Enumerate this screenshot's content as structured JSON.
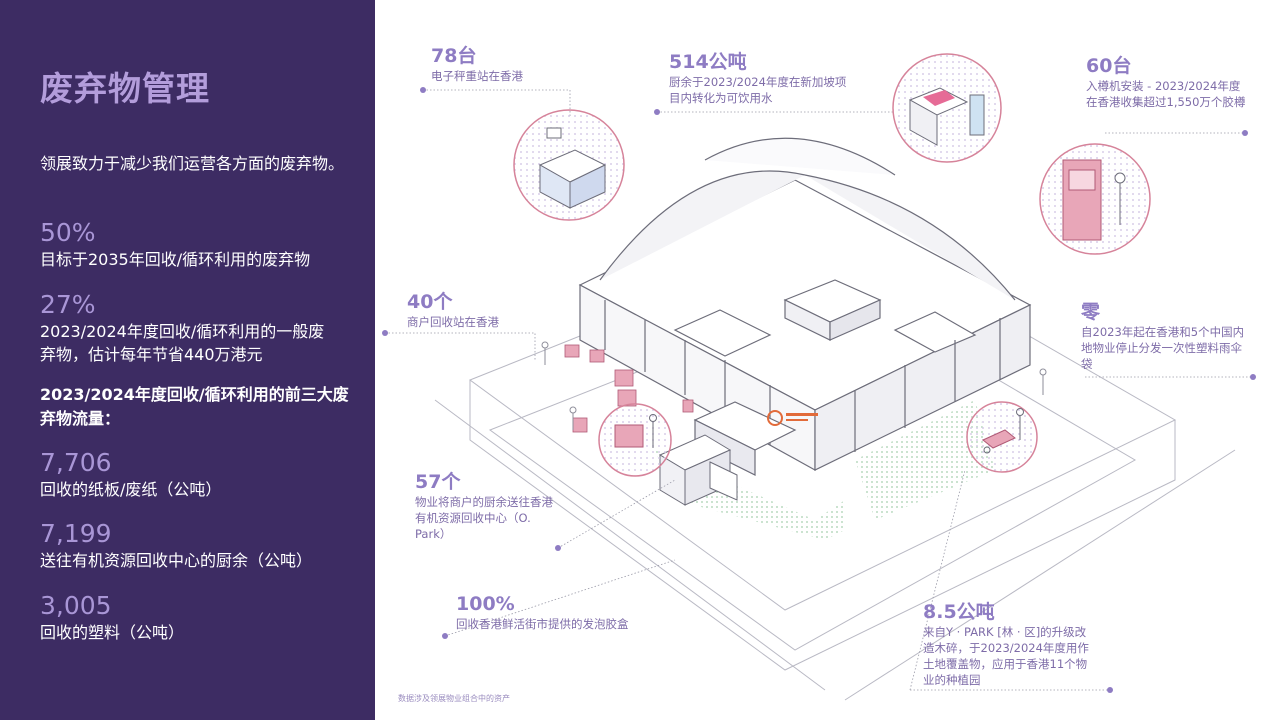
{
  "left": {
    "title": "废弃物管理",
    "intro": "领展致力于减少我们运营各方面的废弃物。",
    "stats": [
      {
        "value": "50%",
        "label": "目标于2035年回收/循环利用的废弃物"
      },
      {
        "value": "27%",
        "label": "2023/2024年度回收/循环利用的一般废弃物，估计每年节省440万港元"
      }
    ],
    "top3_heading": "2023/2024年度回收/循环利用的前三大废弃物流量：",
    "top3": [
      {
        "value": "7,706",
        "label": "回收的纸板/废纸（公吨）"
      },
      {
        "value": "7,199",
        "label": "送往有机资源回收中心的厨余（公吨）"
      },
      {
        "value": "3,005",
        "label": "回收的塑料（公吨）"
      }
    ]
  },
  "callouts": {
    "scales": {
      "value": "78台",
      "desc": "电子秤重站在香港"
    },
    "food_waste": {
      "value": "514公吨",
      "desc": "厨余于2023/2024年度在新加坡项目内转化为可饮用水"
    },
    "reverse_vending": {
      "value": "60台",
      "desc": "入樽机安装 - 2023/2024年度在香港收集超过1,550万个胶樽"
    },
    "tenant_stations": {
      "value": "40个",
      "desc": "商户回收站在香港"
    },
    "umbrella_bags": {
      "value": "零",
      "desc": "自2023年起在香港和5个中国内地物业停止分发一次性塑料雨伞袋"
    },
    "opark": {
      "value": "57个",
      "desc": "物业将商户的厨余送往香港有机资源回收中心（O. Park）"
    },
    "foam_boxes": {
      "value": "100%",
      "desc": "回收香港鲜活街市提供的发泡胶盒"
    },
    "wood_chips": {
      "value": "8.5公吨",
      "desc": "来自Y · PARK [林 · 区]的升级改造木碎，于2023/2024年度用作土地覆盖物，应用于香港11个物业的种植园"
    }
  },
  "footnote": "数据涉及领展物业组合中的资产",
  "colors": {
    "panel_bg": "#3d2c63",
    "accent_purple": "#8e7cc3",
    "accent_pink": "#d6839a",
    "line_gray": "#9a9aa8"
  }
}
